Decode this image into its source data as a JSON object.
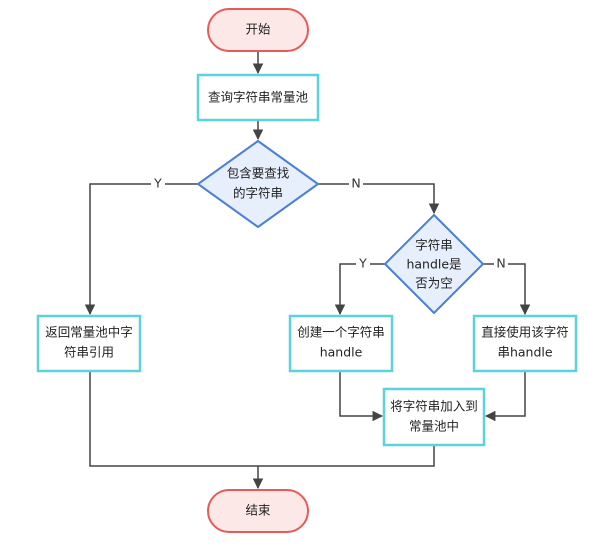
{
  "nodes": {
    "start": {
      "lines": [
        "开始"
      ]
    },
    "query_pool": {
      "lines": [
        "查询字符串常量池"
      ]
    },
    "contains_string": {
      "lines": [
        "包含要查找",
        "的字符串"
      ]
    },
    "handle_empty": {
      "lines": [
        "字符串",
        "handle是",
        "否为空"
      ]
    },
    "return_ref": {
      "lines": [
        "返回常量池中字",
        "符串引用"
      ]
    },
    "create_string": {
      "lines": [
        "创建一个字符串",
        "handle"
      ]
    },
    "use_string": {
      "lines": [
        "直接使用该字符",
        "串handle"
      ]
    },
    "add_to_pool": {
      "lines": [
        "将字符串加入到",
        "常量池中"
      ]
    },
    "end": {
      "lines": [
        "结束"
      ]
    }
  },
  "edges": {
    "contains_yes": "Y",
    "contains_no": "N",
    "empty_yes": "Y",
    "empty_no": "N"
  },
  "colors": {
    "terminal_fill": "#fde8e8",
    "terminal_stroke": "#e85a5a",
    "process_fill": "#ffffff",
    "process_stroke": "#5ad3dc",
    "decision_fill": "#e6effb",
    "decision_stroke": "#4a7fd6",
    "line": "#444444"
  }
}
